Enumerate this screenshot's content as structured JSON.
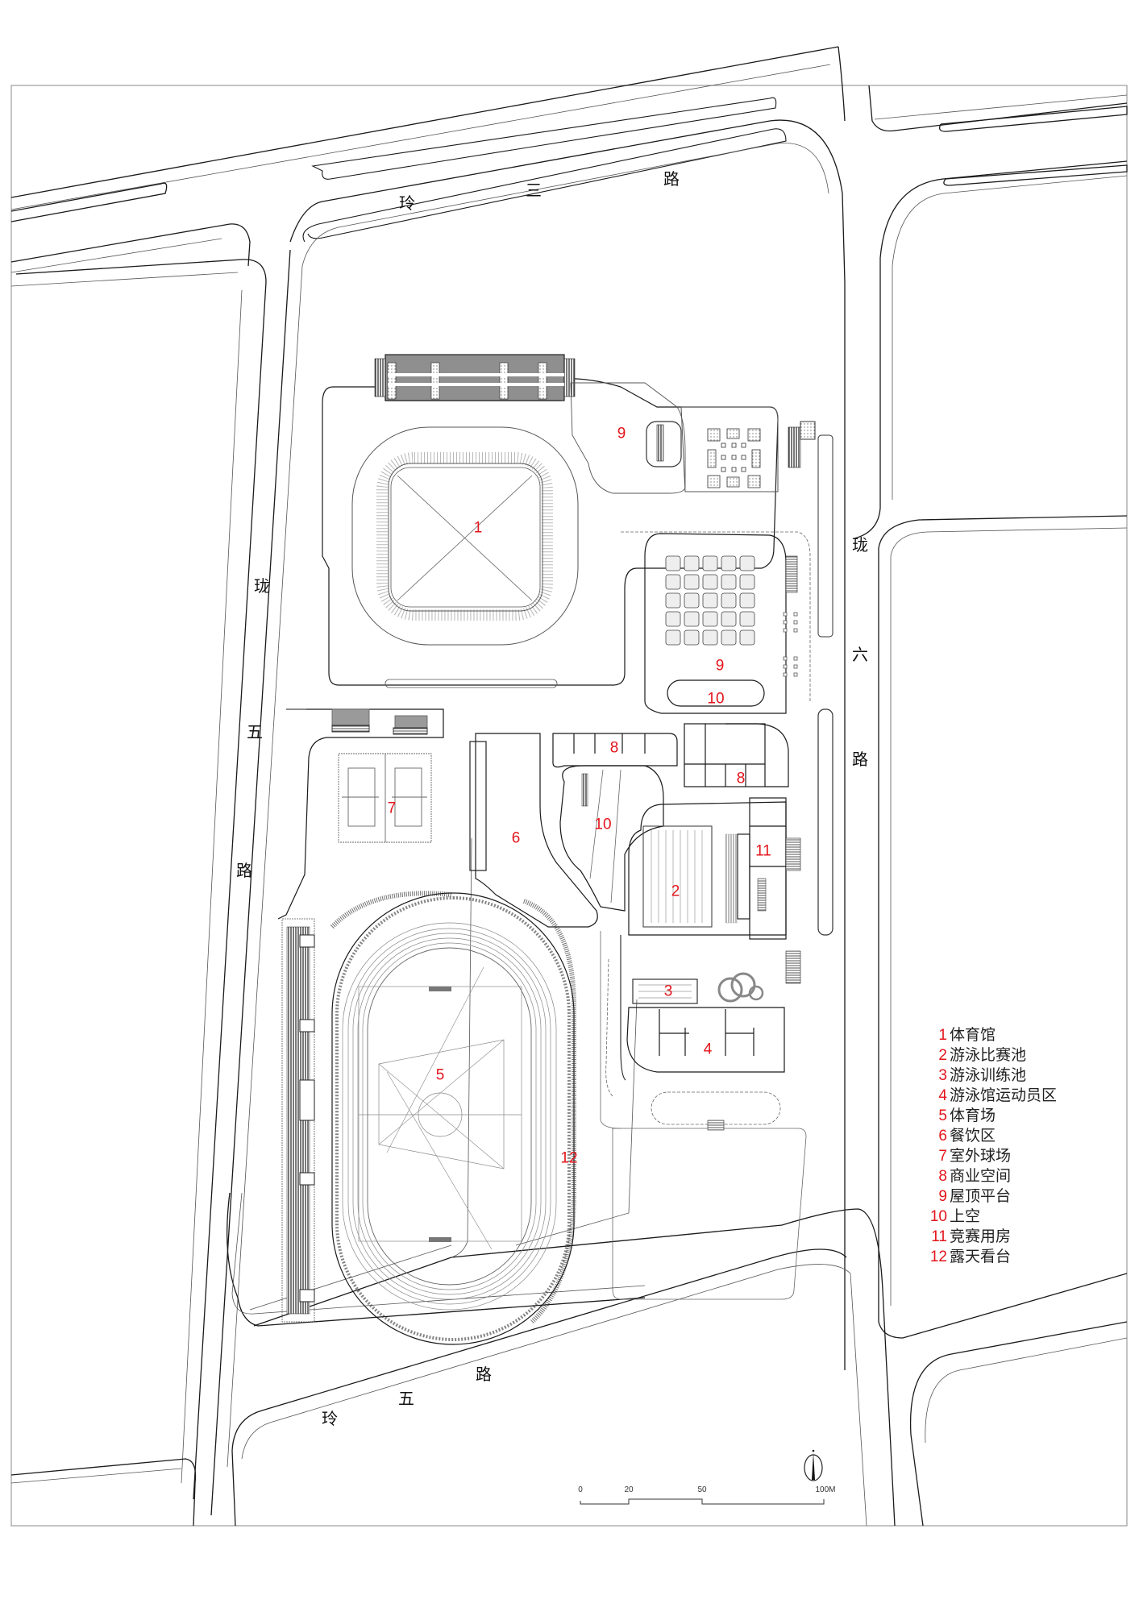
{
  "drawing": {
    "type": "site-plan",
    "colors": {
      "line": "#1a1a1a",
      "thin": "#555555",
      "label_red": "#e3151b",
      "frame": "#888888",
      "fill_gray": "#bdbdbd"
    }
  },
  "roads": {
    "north": {
      "chars": [
        "玲",
        "三",
        "路"
      ],
      "name": "玲三路"
    },
    "south": {
      "chars": [
        "玲",
        "五",
        "路"
      ],
      "name": "玲五路"
    },
    "west": {
      "chars": [
        "珑",
        "五",
        "路"
      ],
      "name": "珑五路"
    },
    "east": {
      "chars": [
        "珑",
        "六",
        "路"
      ],
      "name": "珑六路"
    }
  },
  "zone_labels": [
    {
      "id": "1",
      "text": "1"
    },
    {
      "id": "2",
      "text": "2"
    },
    {
      "id": "3",
      "text": "3"
    },
    {
      "id": "4",
      "text": "4"
    },
    {
      "id": "5",
      "text": "5"
    },
    {
      "id": "6",
      "text": "6"
    },
    {
      "id": "7",
      "text": "7"
    },
    {
      "id": "8a",
      "text": "8"
    },
    {
      "id": "8b",
      "text": "8"
    },
    {
      "id": "9a",
      "text": "9"
    },
    {
      "id": "9b",
      "text": "9"
    },
    {
      "id": "10a",
      "text": "10"
    },
    {
      "id": "10b",
      "text": "10"
    },
    {
      "id": "11",
      "text": "11"
    },
    {
      "id": "12",
      "text": "12"
    }
  ],
  "legend": {
    "items": [
      {
        "num": "1",
        "label": "体育馆"
      },
      {
        "num": "2",
        "label": "游泳比赛池"
      },
      {
        "num": "3",
        "label": "游泳训练池"
      },
      {
        "num": "4",
        "label": "游泳馆运动员区"
      },
      {
        "num": "5",
        "label": "体育场"
      },
      {
        "num": "6",
        "label": "餐饮区"
      },
      {
        "num": "7",
        "label": "室外球场"
      },
      {
        "num": "8",
        "label": "商业空间"
      },
      {
        "num": "9",
        "label": "屋顶平台"
      },
      {
        "num": "10",
        "label": "上空"
      },
      {
        "num": "11",
        "label": "竞赛用房"
      },
      {
        "num": "12",
        "label": "露天看台"
      }
    ]
  },
  "scale_bar": {
    "ticks": [
      "0",
      "20",
      "50",
      "100M"
    ]
  },
  "north_arrow": {
    "icon": "north-arrow-icon"
  }
}
